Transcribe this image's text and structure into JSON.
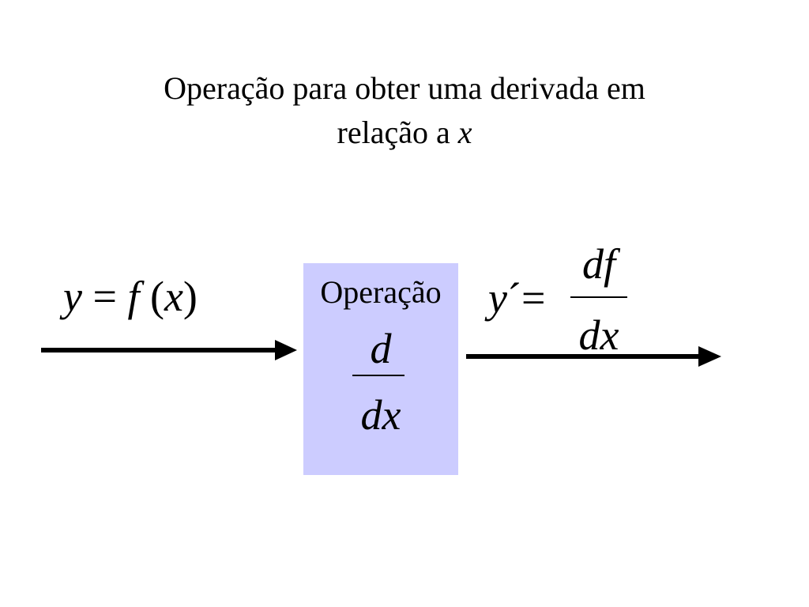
{
  "title": {
    "line1": "Operação para obter uma derivada em",
    "line2_text": "relação a ",
    "line2_var": "x"
  },
  "input": {
    "y": "y",
    "eq": "=",
    "f": "f",
    "lparen": "(",
    "x": "x",
    "rparen": ")"
  },
  "operation": {
    "label": "Operação",
    "numerator": "d",
    "denominator": "dx",
    "fill_color": "#ccccff"
  },
  "output": {
    "y": "y",
    "prime": "´",
    "eq": "=",
    "numerator": "df",
    "denominator": "dx"
  }
}
